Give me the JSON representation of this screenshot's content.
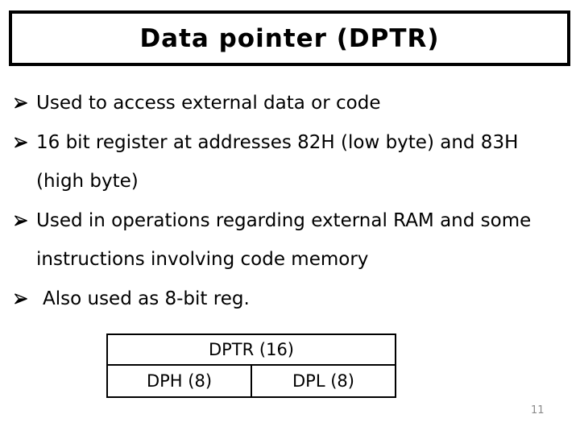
{
  "slide": {
    "title": "Data pointer (DPTR)",
    "bullets": [
      {
        "icon": "arrowhead-bullet",
        "lines": [
          "Used to access external data or code"
        ]
      },
      {
        "icon": "arrowhead-bullet",
        "lines": [
          "16 bit register at addresses 82H (low byte) and 83H",
          "(high byte)"
        ]
      },
      {
        "icon": "arrowhead-bullet",
        "lines": [
          "Used in operations regarding external RAM and some",
          "instructions involving code memory"
        ]
      },
      {
        "icon": "arrowhead-bullet",
        "lines": [
          "Also used as 8-bit reg."
        ]
      }
    ],
    "register_diagram": {
      "full": "DPTR (16)",
      "high": "DPH (8)",
      "low": "DPL (8)"
    },
    "page_number": "11",
    "colors": {
      "text": "#000000",
      "border": "#000000",
      "background": "#ffffff",
      "page_number": "#8a8a8a"
    }
  }
}
